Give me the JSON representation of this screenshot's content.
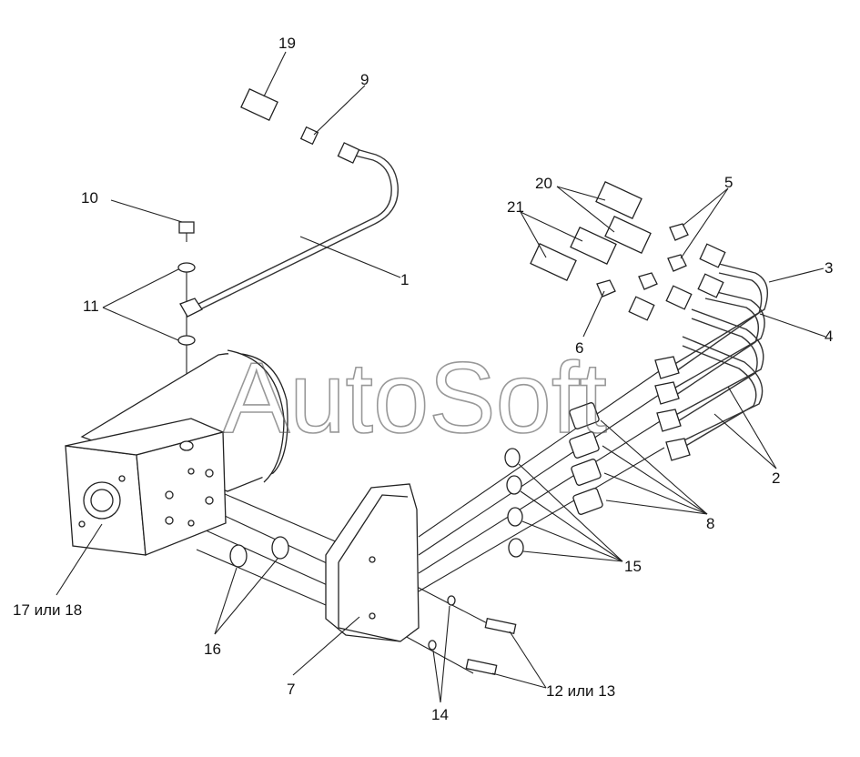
{
  "watermark": "AutoSoft",
  "callouts": [
    "19",
    "9",
    "10",
    "1",
    "11",
    "20",
    "5",
    "21",
    "3",
    "4",
    "6",
    "2",
    "8",
    "15",
    "17 или 18",
    "16",
    "7",
    "12 или 13",
    "14"
  ],
  "colors": {
    "stroke": "#222222",
    "background": "#ffffff",
    "watermark": "#555555"
  }
}
